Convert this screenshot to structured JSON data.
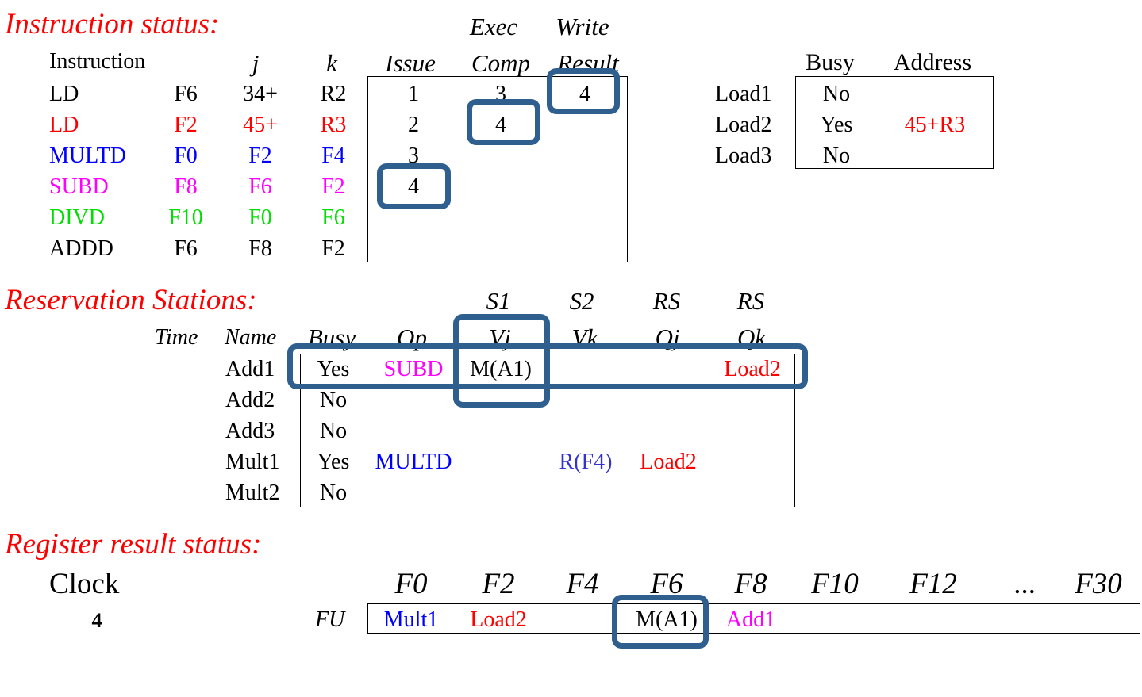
{
  "instruction_status": {
    "title": "Instruction status:",
    "header_exec": "Exec",
    "header_write": "Write",
    "col_instruction": "Instruction",
    "col_j": "j",
    "col_k": "k",
    "col_issue": "Issue",
    "col_comp": "Comp",
    "col_result": "Result",
    "rows": [
      {
        "op": "LD",
        "dest": "F6",
        "j": "34+",
        "k": "R2",
        "issue": "1",
        "comp": "3",
        "write": "4",
        "color": "#000000"
      },
      {
        "op": "LD",
        "dest": "F2",
        "j": "45+",
        "k": "R3",
        "issue": "2",
        "comp": "4",
        "write": "",
        "color": "#ff0000"
      },
      {
        "op": "MULTD",
        "dest": "F0",
        "j": "F2",
        "k": "F4",
        "issue": "3",
        "comp": "",
        "write": "",
        "color": "#0000ff"
      },
      {
        "op": "SUBD",
        "dest": "F8",
        "j": "F6",
        "k": "F2",
        "issue": "4",
        "comp": "",
        "write": "",
        "color": "#ff00ff"
      },
      {
        "op": "DIVD",
        "dest": "F10",
        "j": "F0",
        "k": "F6",
        "issue": "",
        "comp": "",
        "write": "",
        "color": "#00dd00"
      },
      {
        "op": "ADDD",
        "dest": "F6",
        "j": "F8",
        "k": "F2",
        "issue": "",
        "comp": "",
        "write": "",
        "color": "#000000"
      }
    ]
  },
  "load_buffers": {
    "col_busy": "Busy",
    "col_address": "Address",
    "rows": [
      {
        "name": "Load1",
        "busy": "No",
        "address": ""
      },
      {
        "name": "Load2",
        "busy": "Yes",
        "address": "45+R3"
      },
      {
        "name": "Load3",
        "busy": "No",
        "address": ""
      }
    ]
  },
  "reservation_stations": {
    "title": "Reservation Stations:",
    "top_s1": "S1",
    "top_s2": "S2",
    "top_rs1": "RS",
    "top_rs2": "RS",
    "col_time": "Time",
    "col_name": "Name",
    "col_busy": "Busy",
    "col_op": "Op",
    "col_vj": "Vj",
    "col_vk": "Vk",
    "col_qj": "Qj",
    "col_qk": "Qk",
    "rows": [
      {
        "name": "Add1",
        "busy": "Yes",
        "op": "SUBD",
        "vj": "M(A1)",
        "vk": "",
        "qj": "",
        "qk": "Load2"
      },
      {
        "name": "Add2",
        "busy": "No",
        "op": "",
        "vj": "",
        "vk": "",
        "qj": "",
        "qk": ""
      },
      {
        "name": "Add3",
        "busy": "No",
        "op": "",
        "vj": "",
        "vk": "",
        "qj": "",
        "qk": ""
      },
      {
        "name": "Mult1",
        "busy": "Yes",
        "op": "MULTD",
        "vj": "",
        "vk": "R(F4)",
        "qj": "Load2",
        "qk": ""
      },
      {
        "name": "Mult2",
        "busy": "No",
        "op": "",
        "vj": "",
        "vk": "",
        "qj": "",
        "qk": ""
      }
    ]
  },
  "register_status": {
    "title": "Register result status:",
    "clock_label": "Clock",
    "clock_value": "4",
    "fu_label": "FU",
    "registers": [
      "F0",
      "F2",
      "F4",
      "F6",
      "F8",
      "F10",
      "F12",
      "...",
      "F30"
    ],
    "fu_values": [
      "Mult1",
      "Load2",
      "",
      "M(A1)",
      "Add1",
      "",
      "",
      "",
      ""
    ]
  },
  "colors": {
    "section_title": "#ff0000",
    "highlight": "#2e5f8f",
    "ld2": "#ff0000",
    "multd": "#0000ff",
    "subd": "#ff00ff",
    "divd": "#00dd00"
  }
}
